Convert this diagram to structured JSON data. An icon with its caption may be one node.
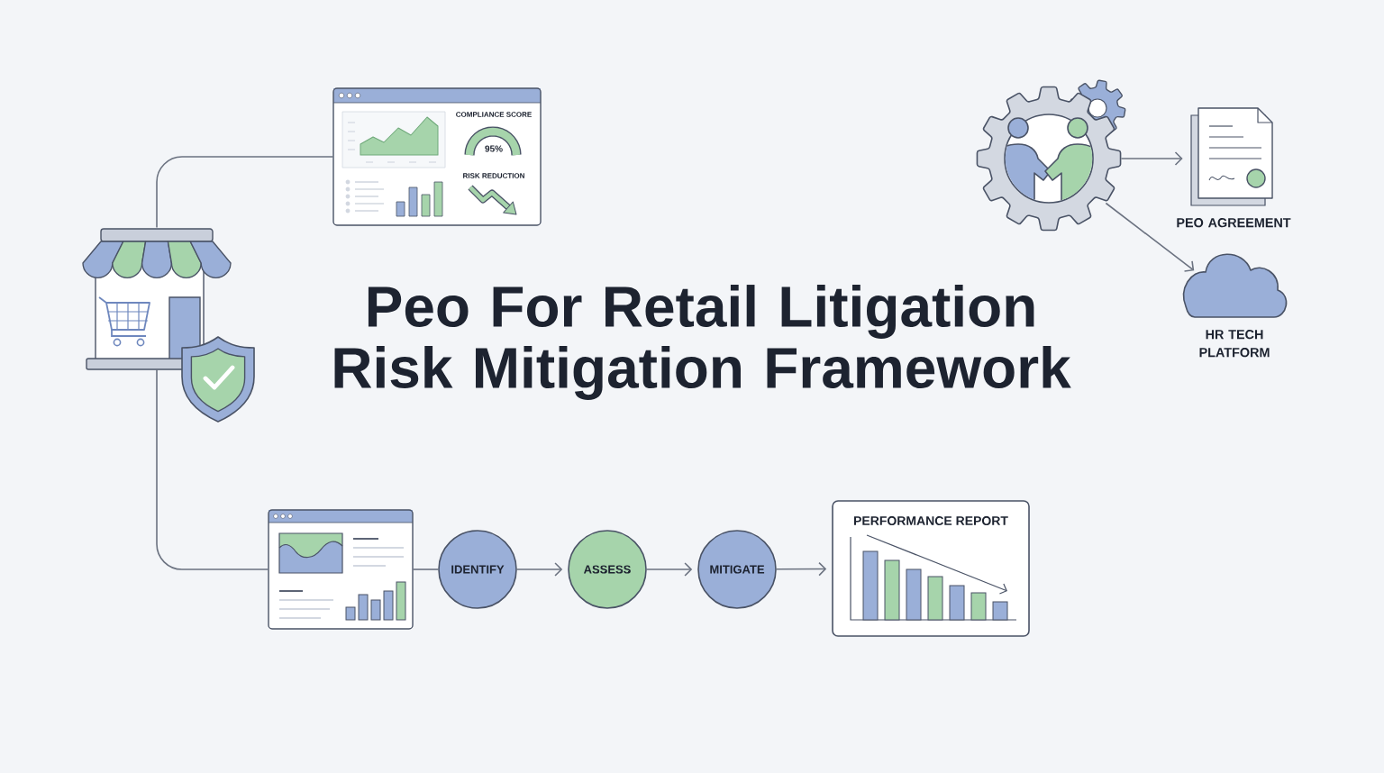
{
  "diagram": {
    "title": "Peo For Retail Litigation Risk Mitigation Framework",
    "nodes": [
      {
        "text": [],
        "shape": "picture"
      },
      {
        "text": [
          "COMPLIANCE SCORE",
          "95%",
          "RISK REDUCTION"
        ]
      },
      {
        "text": [],
        "shape": "picture"
      },
      {
        "text": [],
        "shape": "picture",
        "beside": [
          "PEO AGREEMENT"
        ]
      },
      {
        "text": [],
        "shape": "cloud",
        "beside": [
          "HR TECH PLATFORM"
        ]
      },
      {
        "text": [],
        "shape": "picture"
      },
      {
        "text": [
          "IDENTIFY"
        ]
      },
      {
        "text": [
          "ASSESS"
        ]
      },
      {
        "text": [
          "MITIGATE"
        ]
      },
      {
        "text": [
          "PERFORMANCE REPORT"
        ]
      }
    ],
    "edges": [
      {
        "from": 0,
        "to": 1,
        "arrow": "none"
      },
      {
        "from": 0,
        "to": 5,
        "arrow": "none"
      },
      {
        "from": 2,
        "to": 3,
        "arrow": "to"
      },
      {
        "from": 2,
        "to": 4,
        "arrow": "to"
      },
      {
        "from": 5,
        "to": 6,
        "arrow": "none"
      },
      {
        "from": 6,
        "to": 7,
        "arrow": "to"
      },
      {
        "from": 7,
        "to": 8,
        "arrow": "to"
      },
      {
        "from": 8,
        "to": 9,
        "arrow": "to"
      }
    ]
  }
}
